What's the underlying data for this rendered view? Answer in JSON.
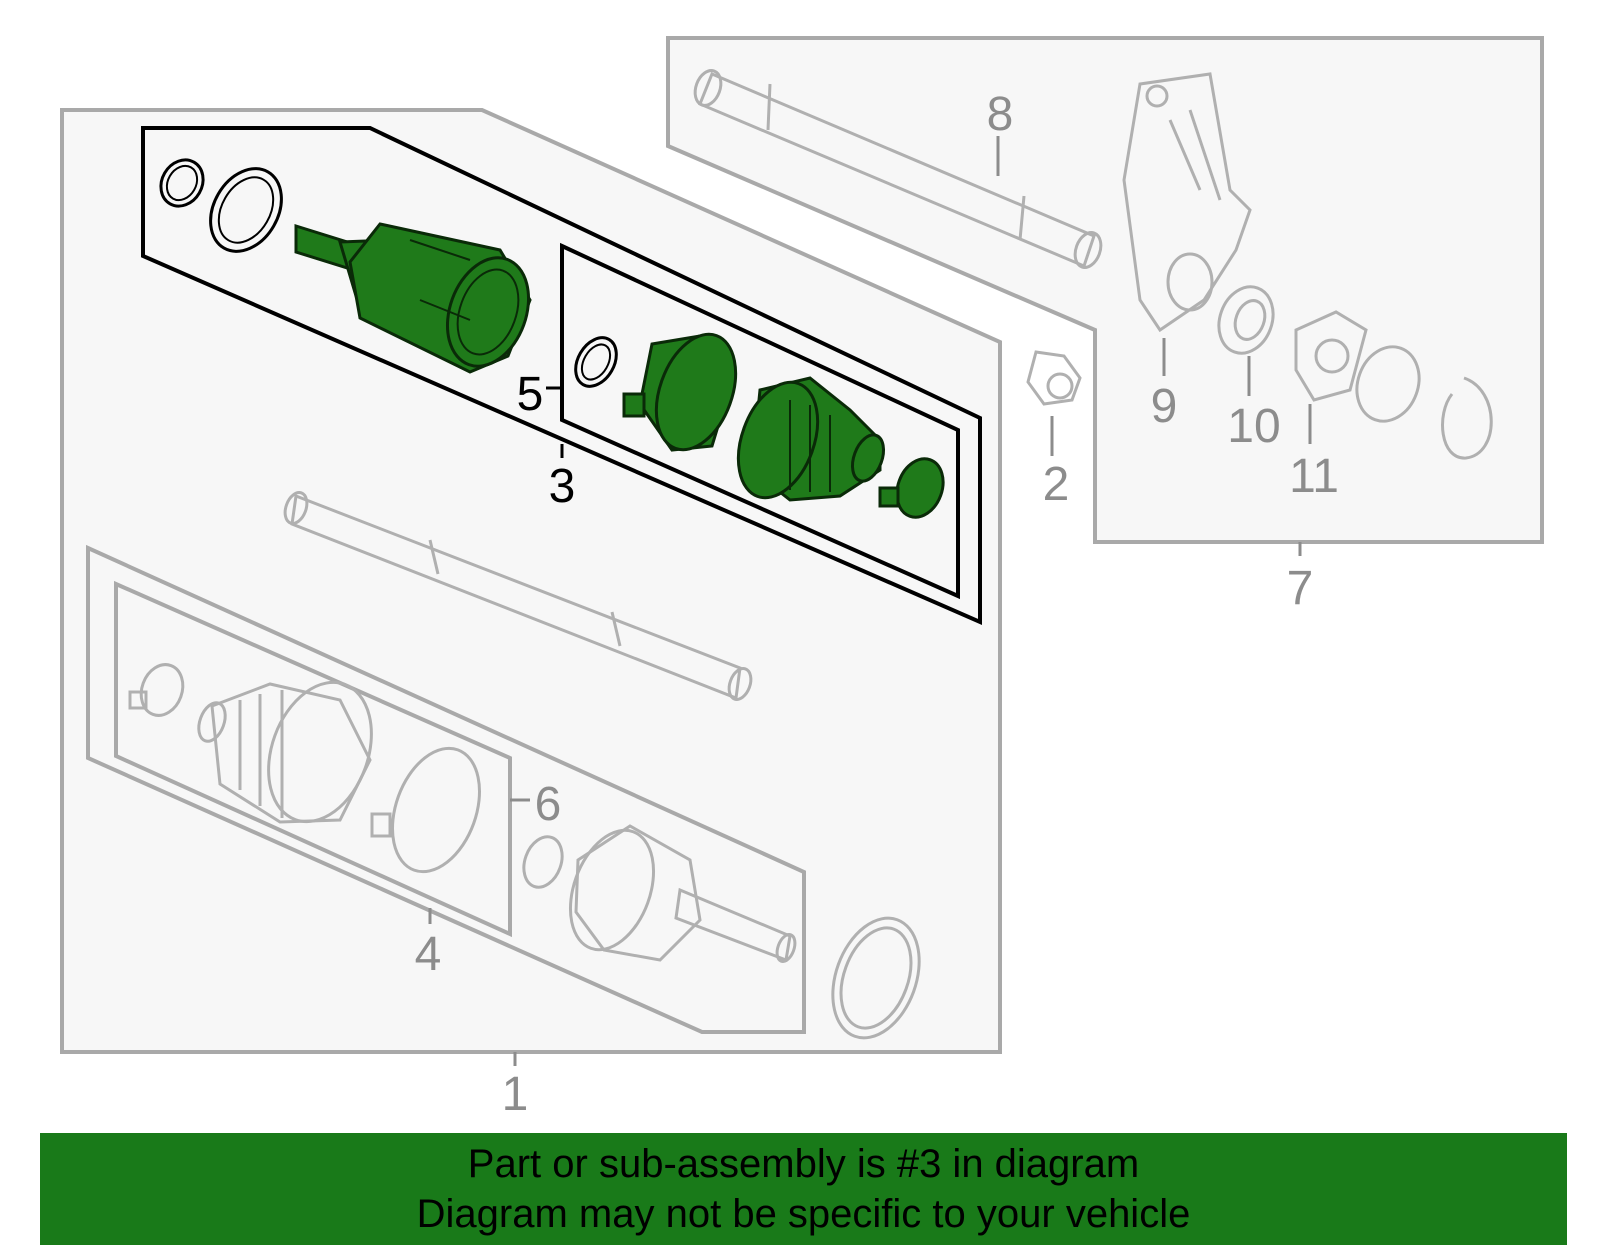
{
  "banner": {
    "line1": "Part or sub-assembly is #3 in diagram",
    "line2": "Diagram may not be specific to your vehicle"
  },
  "callouts": {
    "c1": "1",
    "c2": "2",
    "c3": "3",
    "c4": "4",
    "c5": "5",
    "c6": "6",
    "c7": "7",
    "c8": "8",
    "c9": "9",
    "c10": "10",
    "c11": "11"
  },
  "colors": {
    "highlight": "#1f7a1a",
    "banner": "#197a19",
    "outline_grey": "#b0b0b0",
    "frame_black": "#000000"
  },
  "highlighted_callout": "3"
}
